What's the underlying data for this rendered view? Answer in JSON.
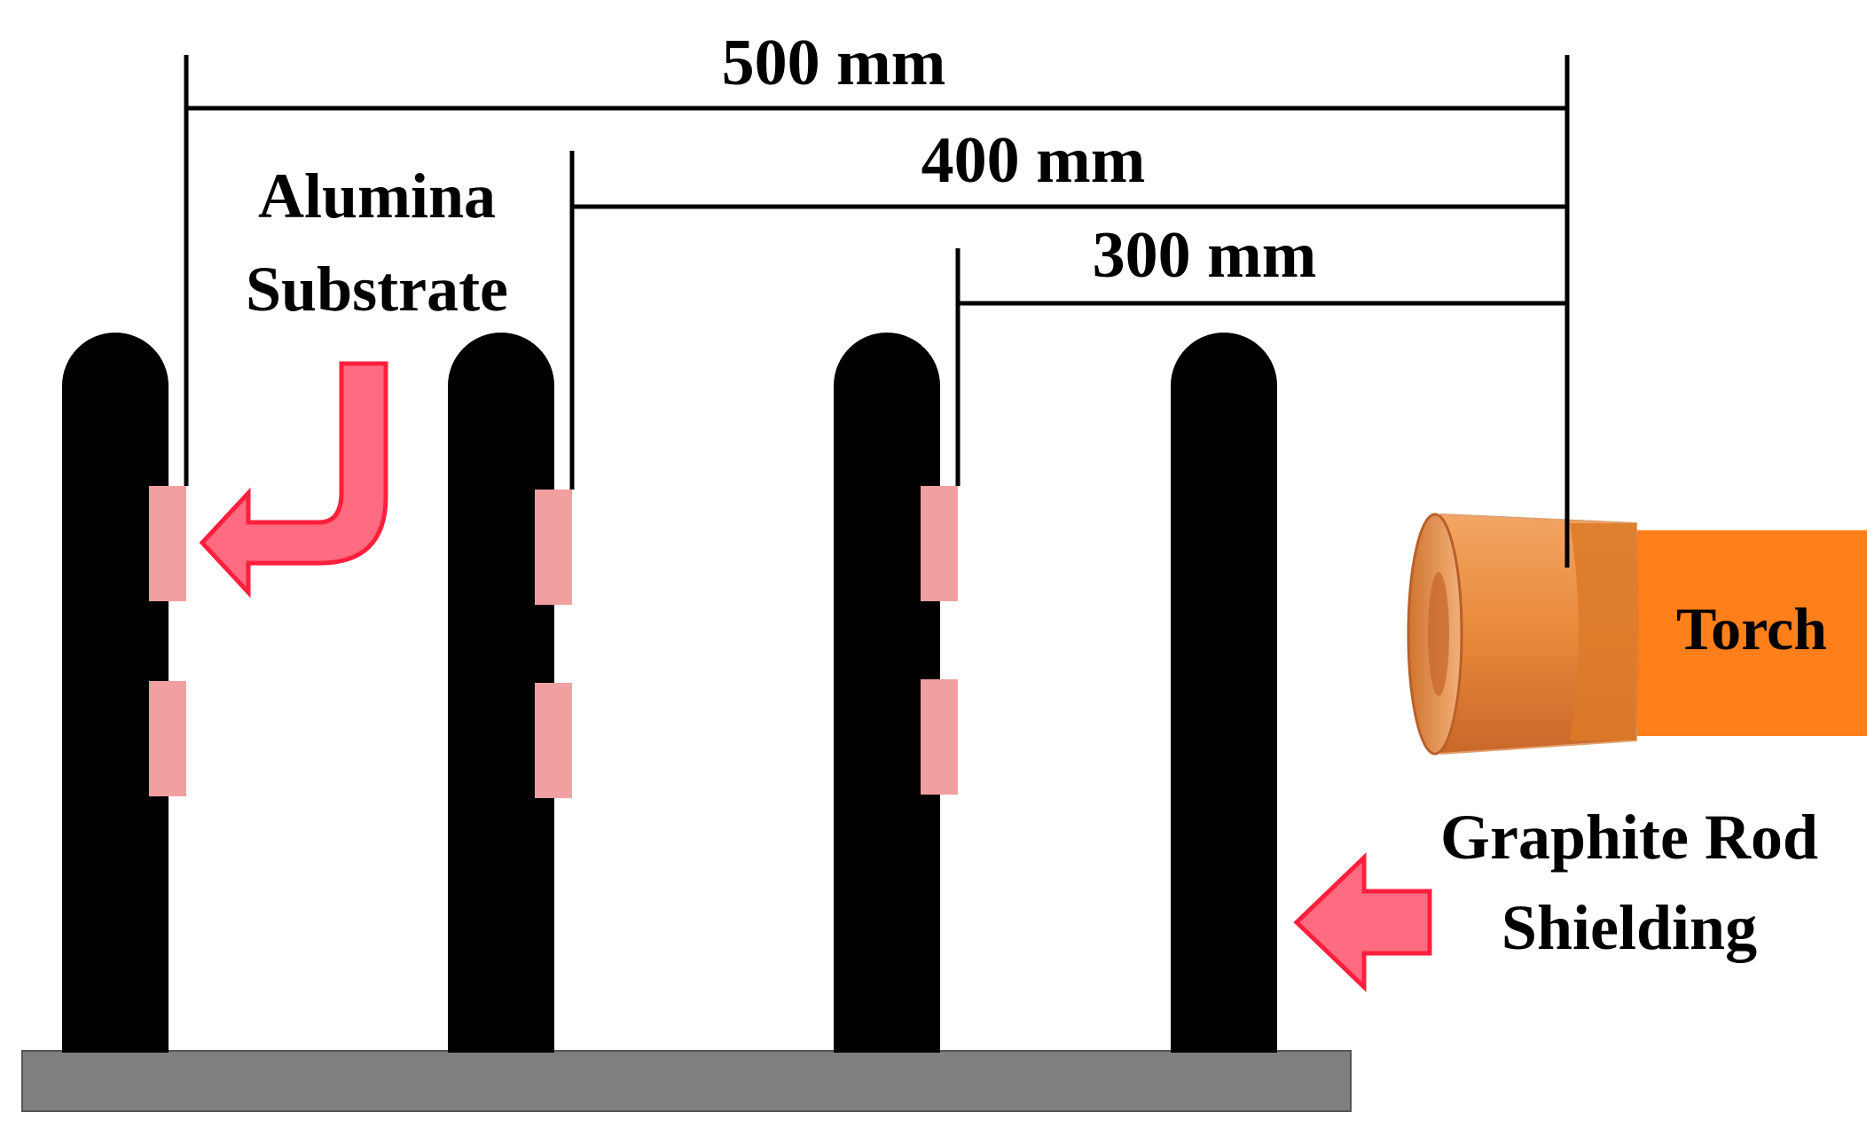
{
  "dimensions": {
    "d500": "500 mm",
    "d400": "400 mm",
    "d300": "300 mm"
  },
  "labels": {
    "alumina_line1": "Alumina",
    "alumina_line2": "Substrate",
    "torch": "Torch",
    "graphite_line1": "Graphite Rod",
    "graphite_line2": "Shielding"
  },
  "colors": {
    "rod": "#000000",
    "base": "#7f7f7f",
    "substrate": "#f0a0a0",
    "arrow_fill": "#ff6b81",
    "arrow_stroke": "#ff1f3d",
    "torch_body": "#ff7f1a",
    "torch_nozzle": "#e8893a"
  }
}
